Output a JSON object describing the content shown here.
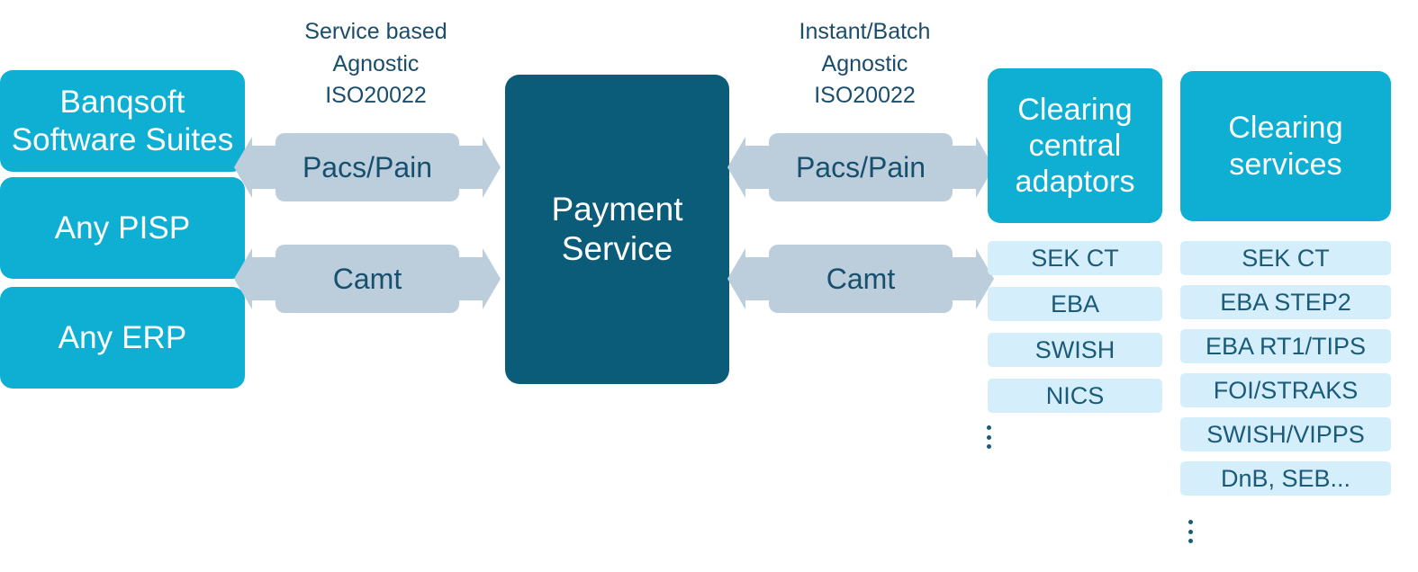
{
  "diagram": {
    "title": "Payment Service integration diagram",
    "colors": {
      "cyan": "#0EAFD3",
      "dark_teal": "#0B5C79",
      "arrow_grey": "#BCCEDC",
      "pill_light_blue": "#D4EFFB",
      "text_dark": "#1B5A78",
      "background": "#FFFFFF"
    }
  },
  "sources": {
    "items": [
      {
        "label": "Banqsoft\nSoftware Suites"
      },
      {
        "label": "Any PISP"
      },
      {
        "label": "Any ERP"
      }
    ]
  },
  "left_channel": {
    "caption": "Service based\nAgnostic\nISO20022",
    "arrows": [
      {
        "label": "Pacs/Pain"
      },
      {
        "label": "Camt"
      }
    ]
  },
  "center": {
    "label": "Payment\nService"
  },
  "right_channel": {
    "caption": "Instant/Batch\nAgnostic\nISO20022",
    "arrows": [
      {
        "label": "Pacs/Pain"
      },
      {
        "label": "Camt"
      }
    ]
  },
  "adaptors_column": {
    "header": "Clearing\ncentral\nadaptors",
    "items": [
      {
        "label": "SEK CT"
      },
      {
        "label": "EBA"
      },
      {
        "label": "SWISH"
      },
      {
        "label": "NICS"
      }
    ],
    "more_indicator": "vertical-ellipsis"
  },
  "services_column": {
    "header": "Clearing\nservices",
    "items": [
      {
        "label": "SEK CT"
      },
      {
        "label": "EBA STEP2"
      },
      {
        "label": "EBA RT1/TIPS"
      },
      {
        "label": "FOI/STRAKS"
      },
      {
        "label": "SWISH/VIPPS"
      },
      {
        "label": "DnB, SEB..."
      }
    ],
    "more_indicator": "vertical-ellipsis"
  }
}
